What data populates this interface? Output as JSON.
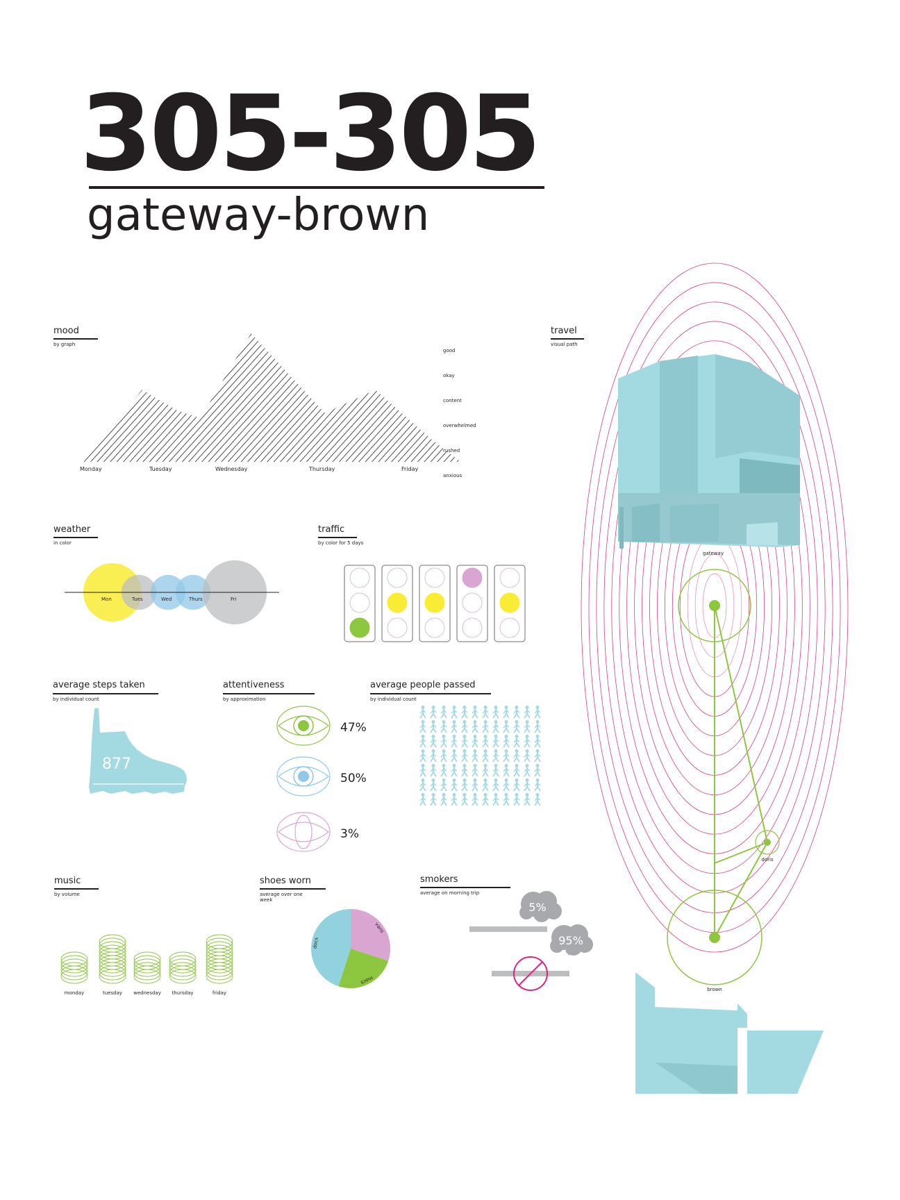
{
  "header": {
    "title": "305-305",
    "subtitle": "gateway-brown"
  },
  "colors": {
    "yellow": "#f9ec34",
    "grey": "#bcbdbf",
    "blue": "#91c8e8",
    "green": "#8dc63f",
    "pink": "#d9a6d1",
    "magenta": "#e0237d",
    "teal": "#a3d9e1"
  },
  "chart_data": [
    {
      "type": "area",
      "id": "mood",
      "title": "mood",
      "subtitle": "by graph",
      "categories": [
        "Monday",
        "Tuesday",
        "Wednesday",
        "Thursday",
        "Friday"
      ],
      "levels": [
        "good",
        "okay",
        "content",
        "overwhelmed",
        "rushed",
        "anxious"
      ],
      "points": [
        {
          "x": 0.05,
          "y": 0.0
        },
        {
          "x": 0.8,
          "y": 2.8
        },
        {
          "x": 1.25,
          "y": 2.0
        },
        {
          "x": 1.55,
          "y": 1.7
        },
        {
          "x": 2.2,
          "y": 5.0
        },
        {
          "x": 3.15,
          "y": 1.9
        },
        {
          "x": 3.8,
          "y": 2.8
        },
        {
          "x": 4.55,
          "y": 0.8
        },
        {
          "x": 4.9,
          "y": 0.0
        }
      ]
    },
    {
      "type": "bubble",
      "id": "weather",
      "title": "weather",
      "subtitle": "in color",
      "days": [
        {
          "label": "Mon",
          "color": "#f9ec34",
          "size": 1.0
        },
        {
          "label": "Tues",
          "color": "#bcbdbf",
          "size": 0.6
        },
        {
          "label": "Wed",
          "color": "#91c8e8",
          "size": 0.6
        },
        {
          "label": "Thurs",
          "color": "#91c8e8",
          "size": 0.6
        },
        {
          "label": "Fri",
          "color": "#bcbdbf",
          "size": 1.1
        }
      ]
    },
    {
      "type": "table",
      "id": "traffic",
      "title": "traffic",
      "subtitle": "by color for 5 days",
      "lights": [
        "green",
        "yellow",
        "yellow",
        "red",
        "yellow"
      ]
    },
    {
      "type": "pictograph",
      "id": "steps",
      "title": "average steps taken",
      "subtitle": "by individual count",
      "value": 877
    },
    {
      "type": "bar",
      "id": "attentiveness",
      "title": "attentiveness",
      "subtitle": "by approximation",
      "items": [
        {
          "value": 47,
          "label": "47%",
          "color": "#8dc63f"
        },
        {
          "value": 50,
          "label": "50%",
          "color": "#91c8e8"
        },
        {
          "value": 3,
          "label": "3%",
          "color": "#d9a6d1"
        }
      ]
    },
    {
      "type": "pictograph",
      "id": "people",
      "title": "average people passed",
      "subtitle": "by individual count",
      "rows": 7,
      "cols": 12
    },
    {
      "type": "bar",
      "id": "music",
      "title": "music",
      "subtitle": "by volume",
      "categories": [
        "monday",
        "tuesday",
        "wednesday",
        "thursday",
        "friday"
      ],
      "values": [
        6,
        11,
        6,
        6,
        11
      ]
    },
    {
      "type": "pie",
      "id": "shoes",
      "title": "shoes worn",
      "subtitle": "average over one week",
      "slices": [
        {
          "label": "vans",
          "value": 30,
          "color": "#d9a6d1"
        },
        {
          "label": "mocs",
          "value": 25,
          "color": "#8dc63f"
        },
        {
          "label": "docs",
          "value": 45,
          "color": "#91d2de"
        }
      ]
    },
    {
      "type": "bar",
      "id": "smokers",
      "title": "smokers",
      "subtitle": "average on morning trip",
      "items": [
        {
          "label": "5%",
          "value": 5
        },
        {
          "label": "95%",
          "value": 95
        }
      ]
    }
  ],
  "travel": {
    "title": "travel",
    "subtitle": "visual path",
    "stops": [
      {
        "label": "gateway"
      },
      {
        "label": "doris"
      },
      {
        "label": "brown"
      }
    ]
  }
}
